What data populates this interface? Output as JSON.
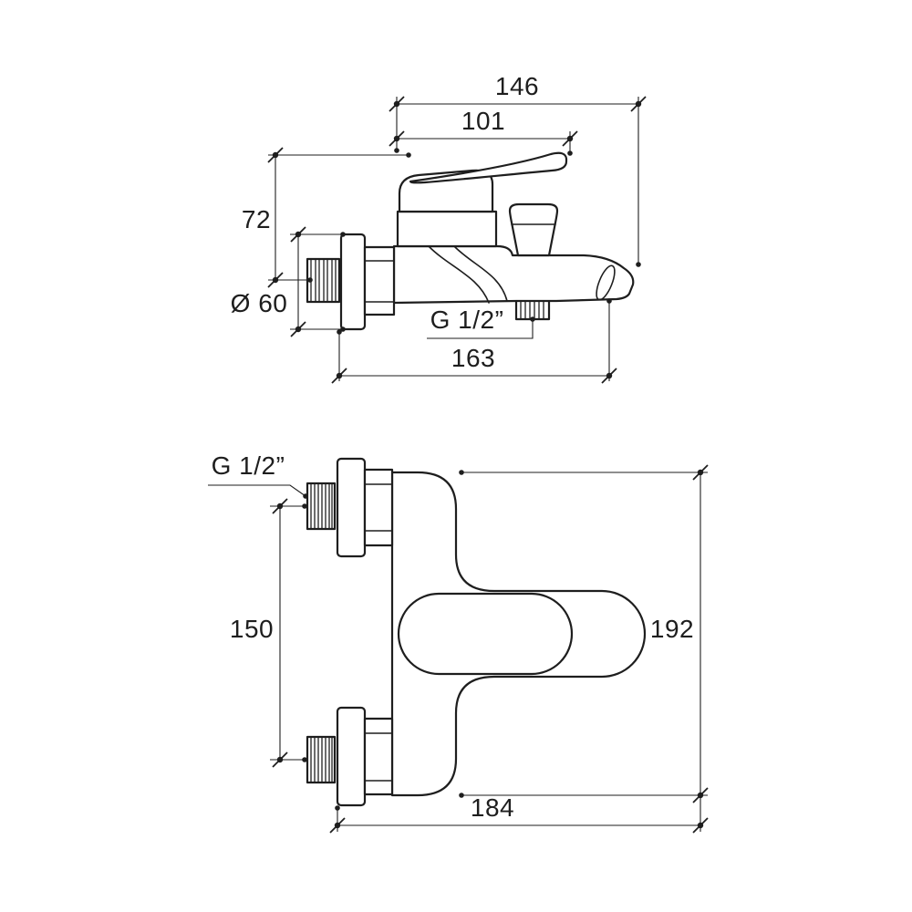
{
  "drawing": {
    "type": "technical-dimension-drawing",
    "subject": "wall-mounted bath shower mixer tap - side and front elevations",
    "colors": {
      "line": "#1e1e1e",
      "background": "#ffffff"
    },
    "side_view": {
      "overall_length": "146",
      "handle_length": "101",
      "height_above_inlet": "72",
      "flange_diameter": "Ø 60",
      "shower_outlet_thread": "G 1/2”",
      "total_depth": "163"
    },
    "front_view": {
      "inlet_thread": "G 1/2”",
      "inlet_spacing": "150",
      "overall_height": "192",
      "overall_width": "184"
    }
  }
}
